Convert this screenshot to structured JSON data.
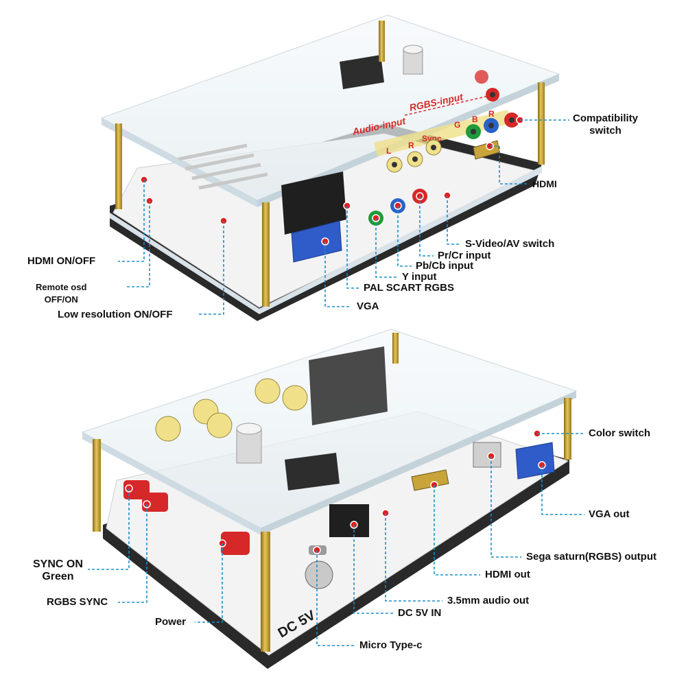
{
  "top_unit": {
    "silkscreen": {
      "audio_input": "Audio-input",
      "rgbs_input": "RGBS-input",
      "l": "L",
      "r": "R",
      "sync": "Sync",
      "g": "G",
      "b": "B",
      "r2": "R"
    },
    "labels": {
      "compatibility": [
        "Compatibility",
        "switch"
      ],
      "hdmi": "HDMI",
      "svideo_av": "S-Video/AV switch",
      "pr_cr": "Pr/Cr input",
      "pb_cb": "Pb/Cb input",
      "y_input": "Y input",
      "pal_scart": "PAL SCART RGBS",
      "vga": "VGA",
      "hdmi_on_off": "HDMI ON/OFF",
      "remote_osd": [
        "Remote osd",
        "OFF/ON"
      ],
      "low_res": "Low resolution ON/OFF"
    }
  },
  "bottom_unit": {
    "silkscreen": {
      "dc5v": "DC 5V"
    },
    "labels": {
      "color_switch": "Color switch",
      "vga_out": "VGA out",
      "sega_saturn": "Sega saturn(RGBS) output",
      "hdmi_out": "HDMI out",
      "audio_out": "3.5mm audio out",
      "dc_in": "DC 5V IN",
      "micro_typec": "Micro Type-c",
      "sync_on_green": [
        "SYNC ON",
        "Green"
      ],
      "rgbs_sync": "RGBS SYNC",
      "power": "Power"
    }
  },
  "colors": {
    "leader": "#1b8ec9",
    "marker": "#e02020",
    "brass": "#c9a43a",
    "rca_yellow": "#f0e08a",
    "rca_red": "#d62828",
    "rca_blue": "#2a62c9",
    "rca_green": "#1f9a3a",
    "vga_blue": "#2f5cc8",
    "board": "#f4f4f4",
    "acrylic_edge": "#d8e2e8"
  }
}
